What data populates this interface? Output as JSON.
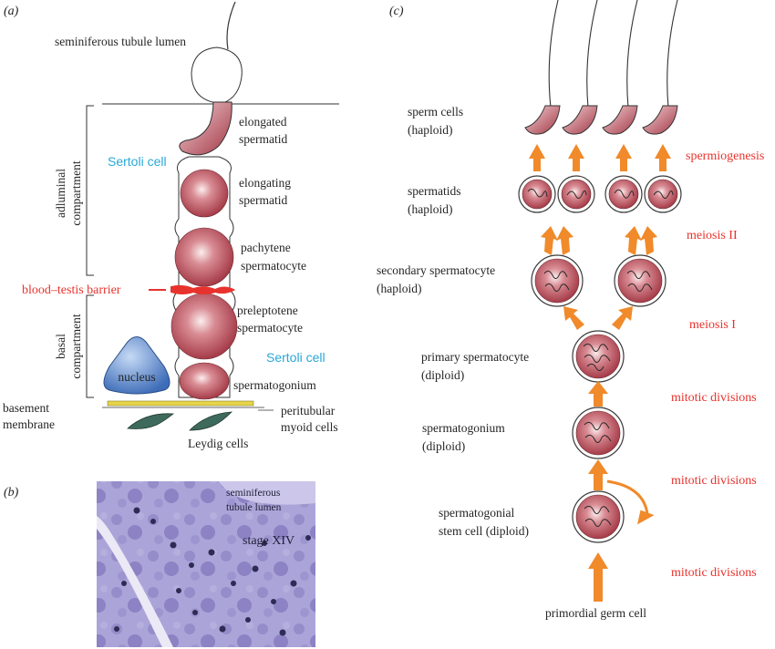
{
  "panels": {
    "a": "(a)",
    "b": "(b)",
    "c": "(c)"
  },
  "panel_a": {
    "lumen": "seminiferous tubule lumen",
    "elongated": [
      "elongated",
      "spermatid"
    ],
    "elongating": [
      "elongating",
      "spermatid"
    ],
    "pachytene": [
      "pachytene",
      "spermatocyte"
    ],
    "preleptotene": [
      "preleptotene",
      "spermatocyte"
    ],
    "spermatogonium": "spermatogonium",
    "sertoli_top": "Sertoli cell",
    "sertoli_bottom": "Sertoli cell",
    "barrier": "blood–testis barrier",
    "adluminal": [
      "adluminal",
      "compartment"
    ],
    "basal": [
      "basal",
      "compartment"
    ],
    "nucleus": "nucleus",
    "basement": [
      "basement",
      "membrane"
    ],
    "peritubular": [
      "peritubular",
      "myoid cells"
    ],
    "leydig": "Leydig cells"
  },
  "panel_b": {
    "lumen": [
      "seminiferous",
      "tubule lumen"
    ],
    "stage": "stage XIV"
  },
  "panel_c": {
    "sperm": [
      "sperm cells",
      "(haploid)"
    ],
    "spermatids": [
      "spermatids",
      "(haploid)"
    ],
    "secondary": [
      "secondary spermatocyte",
      "(haploid)"
    ],
    "primary": [
      "primary spermatocyte",
      "(diploid)"
    ],
    "spermatogonium": [
      "spermatogonium",
      "(diploid)"
    ],
    "stem": [
      "spermatogonial",
      "stem cell (diploid)"
    ],
    "primordial": "primordial germ cell",
    "processes": {
      "spermiogenesis": "spermiogenesis",
      "meiosis2": "meiosis II",
      "meiosis1": "meiosis I",
      "mitotic1": "mitotic divisions",
      "mitotic2": "mitotic divisions",
      "mitotic3": "mitotic divisions"
    }
  },
  "colors": {
    "cell": "#b34a55",
    "arrow": "#f08a2a",
    "red_label": "#e8322d",
    "blue_label": "#29a8d8",
    "nucleus": "#4f7fc4",
    "membrane": "#e6d44a",
    "leydig": "#3d6a5c",
    "stain": "#8f87c7"
  }
}
